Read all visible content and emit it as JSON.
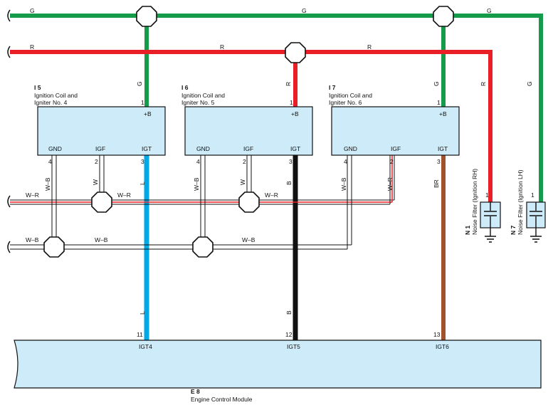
{
  "wires": {
    "g": "G",
    "r": "R",
    "l": "L",
    "b": "B",
    "br": "BR",
    "w": "W",
    "wr": "W–R",
    "wb": "W–B"
  },
  "colors": {
    "green": "#149c4b",
    "red": "#e81f27",
    "blue": "#00a8e6",
    "black": "#111111",
    "brown": "#a0522d",
    "box_fill": "#cdebf8",
    "white_wire": "#ffffff"
  },
  "components": {
    "coil4": {
      "code": "I 5",
      "name1": "Ignition Coil and",
      "name2": "Igniter No. 4"
    },
    "coil5": {
      "code": "I 6",
      "name1": "Ignition Coil and",
      "name2": "Igniter No. 5"
    },
    "coil6": {
      "code": "I 7",
      "name1": "Ignition Coil and",
      "name2": "Igniter No. 6"
    },
    "ecm": {
      "code": "E 8",
      "name": "Engine Control Module"
    },
    "n1": {
      "code": "N 1",
      "name1": "Noise Filter (Ignition RH)",
      "pin": "1"
    },
    "n7": {
      "code": "N 7",
      "name1": "Noise Filter (Ignition LH)",
      "pin": "1"
    }
  },
  "pins": {
    "plusb": "+B",
    "gnd": "GND",
    "igf": "IGF",
    "igt": "IGT",
    "p1": "1",
    "p2": "2",
    "p3": "3",
    "p4": "4",
    "igt4": "IGT4",
    "igt5": "IGT5",
    "igt6": "IGT6",
    "p11": "11",
    "p12": "12",
    "p13": "13"
  }
}
